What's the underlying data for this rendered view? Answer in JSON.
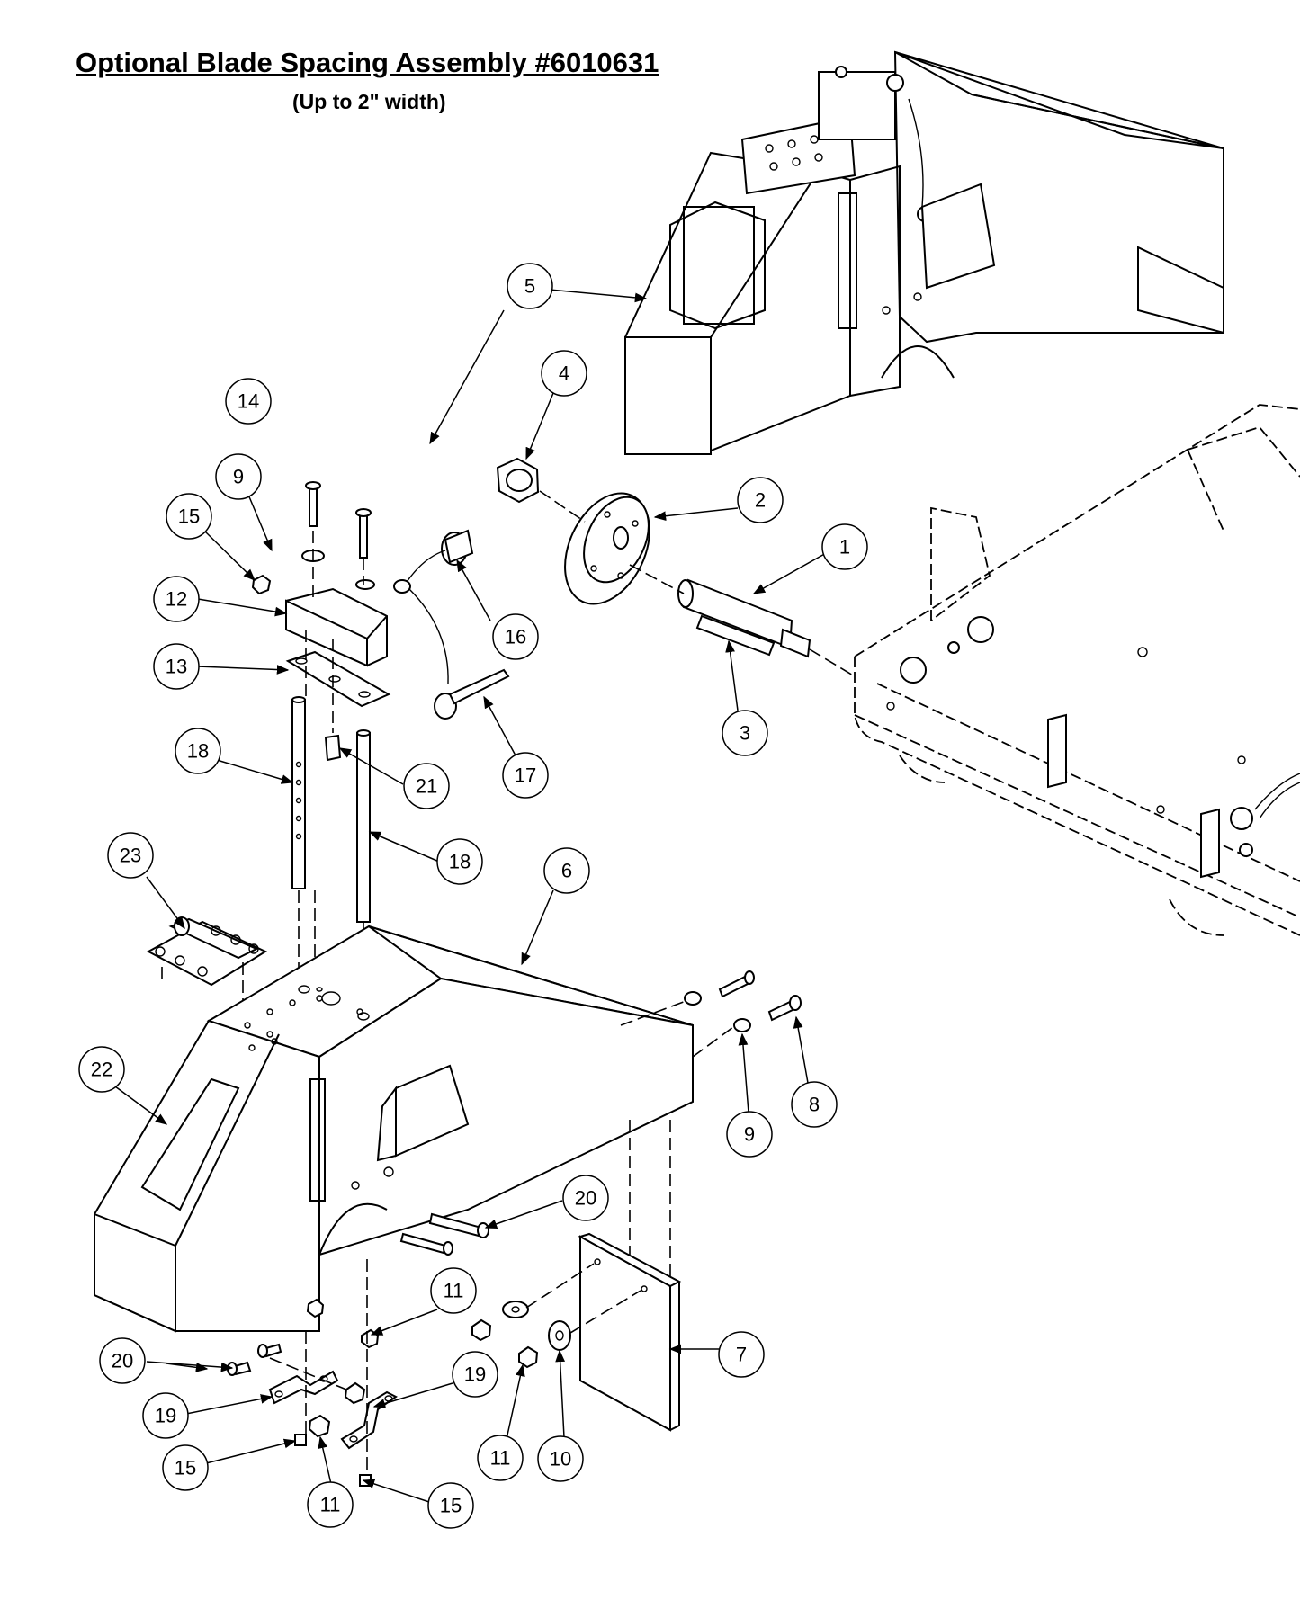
{
  "title": "Optional Blade Spacing Assembly #6010631",
  "subtitle": "(Up to 2\" width)",
  "callouts": [
    {
      "label": "1"
    },
    {
      "label": "2"
    },
    {
      "label": "3"
    },
    {
      "label": "4"
    },
    {
      "label": "5"
    },
    {
      "label": "6"
    },
    {
      "label": "7"
    },
    {
      "label": "8"
    },
    {
      "label": "9"
    },
    {
      "label": "9"
    },
    {
      "label": "10"
    },
    {
      "label": "11"
    },
    {
      "label": "11"
    },
    {
      "label": "11"
    },
    {
      "label": "12"
    },
    {
      "label": "13"
    },
    {
      "label": "14"
    },
    {
      "label": "15"
    },
    {
      "label": "15"
    },
    {
      "label": "15"
    },
    {
      "label": "16"
    },
    {
      "label": "17"
    },
    {
      "label": "18"
    },
    {
      "label": "18"
    },
    {
      "label": "19"
    },
    {
      "label": "19"
    },
    {
      "label": "20"
    },
    {
      "label": "20"
    },
    {
      "label": "21"
    },
    {
      "label": "22"
    },
    {
      "label": "23"
    }
  ]
}
